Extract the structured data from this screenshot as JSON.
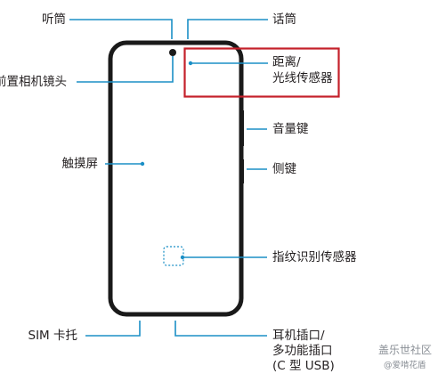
{
  "labels": {
    "earpiece": "听筒",
    "front_camera": "前置相机镜头",
    "touchscreen": "触摸屏",
    "sim_tray": "SIM 卡托",
    "microphone": "话筒",
    "proximity_line1": "距离/",
    "proximity_line2": "光线传感器",
    "volume_key": "音量键",
    "side_key": "侧键",
    "fingerprint_sensor": "指纹识别传感器",
    "earphone_line1": "耳机插口/",
    "earphone_line2": "多功能插口",
    "earphone_line3": "(C 型 USB)"
  },
  "watermark": {
    "line1": "盖乐世社区",
    "line2": "@爱啃花盾"
  },
  "colors": {
    "leader": "#1b8fc6",
    "phone_outline": "#1a1a1a",
    "highlight_box": "#c4202a",
    "fingerprint_dash": "#1b8fc6"
  }
}
